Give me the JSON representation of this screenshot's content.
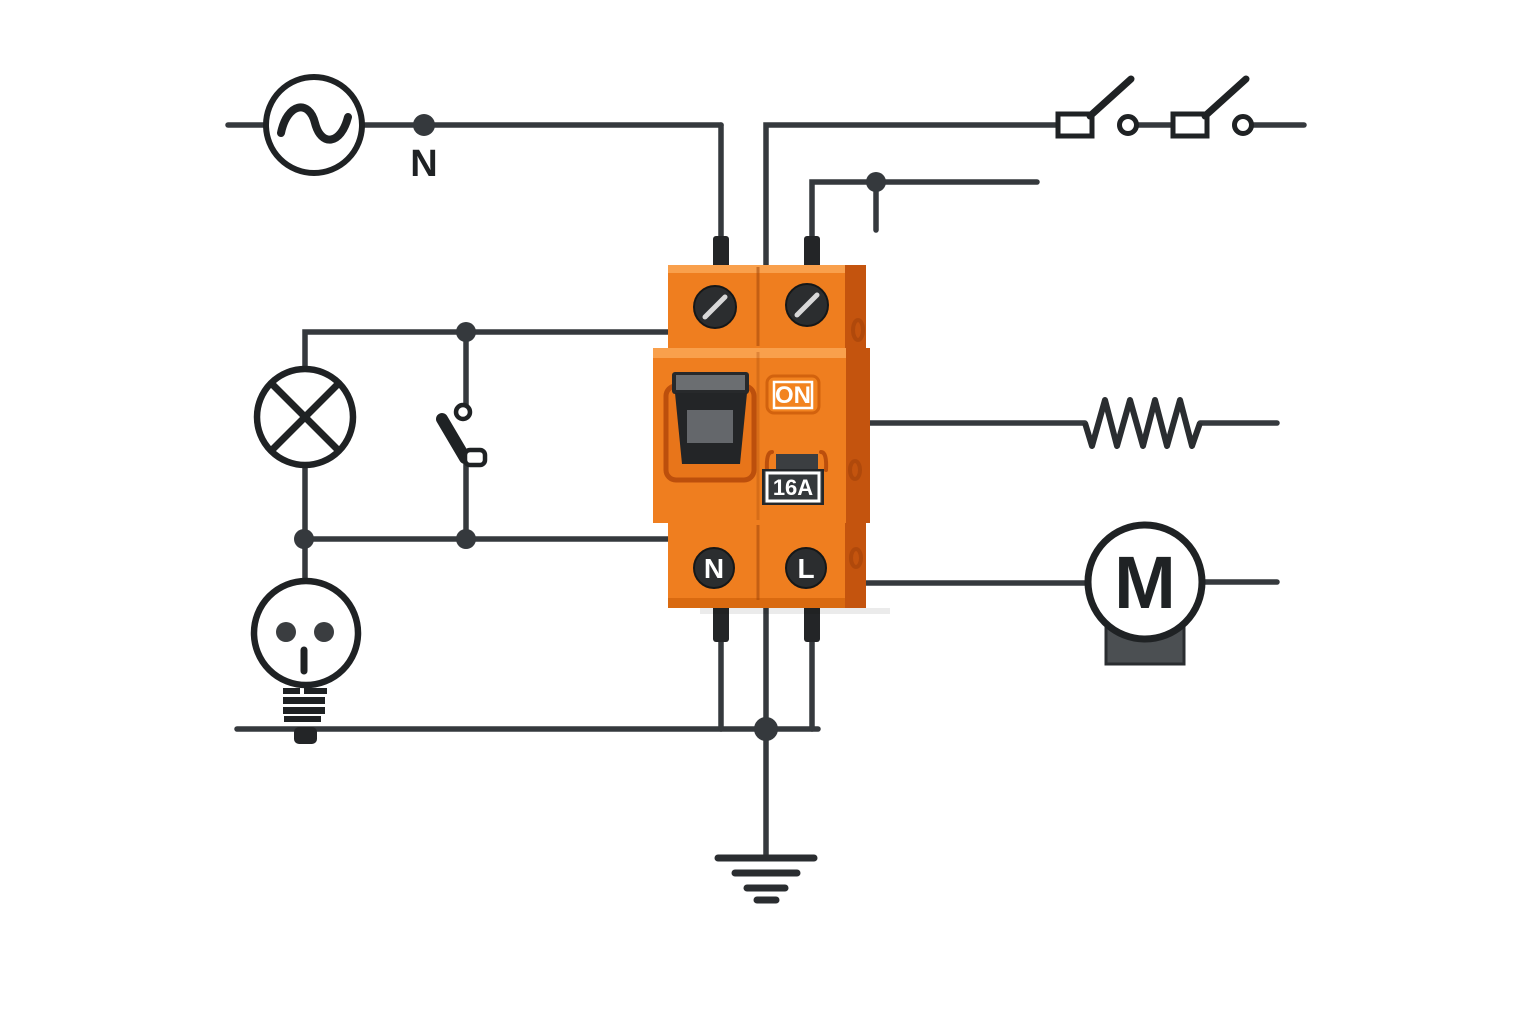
{
  "diagram": {
    "type": "electrical-wiring-diagram",
    "labels": {
      "neutral_wire": "N",
      "breaker_state": "ON",
      "breaker_rating": "16A",
      "terminal_neutral": "N",
      "terminal_live": "L",
      "motor": "M"
    },
    "components": [
      "ac-source-symbol",
      "neutral-junction",
      "isolator-switch-1",
      "isolator-switch-2",
      "two-pole-circuit-breaker",
      "lamp-symbol",
      "wall-switch-symbol",
      "socket-outlet-symbol",
      "resistor-load-symbol",
      "motor-load-symbol",
      "earth-ground-symbol"
    ],
    "colors": {
      "wire": "#35393d",
      "symbol": "#1f2224",
      "breaker_face": "#EF7E1F",
      "breaker_face_light": "#F9A04C",
      "breaker_side": "#C4540E",
      "breaker_lip": "#D96A10",
      "recess_fill": "#E8751A",
      "recess_border": "#BC4F0C",
      "toggle_dark": "#232527",
      "toggle_gray": "#64676b",
      "toggle_cap": "#27292b",
      "toggle_cap_strip": "#6b6e71",
      "terminal_black": "#2b2d2f",
      "plate_dark": "#34383b",
      "tab_dark": "#3b3e41",
      "motor_base": "#4b4f52",
      "white": "#ffffff"
    }
  }
}
